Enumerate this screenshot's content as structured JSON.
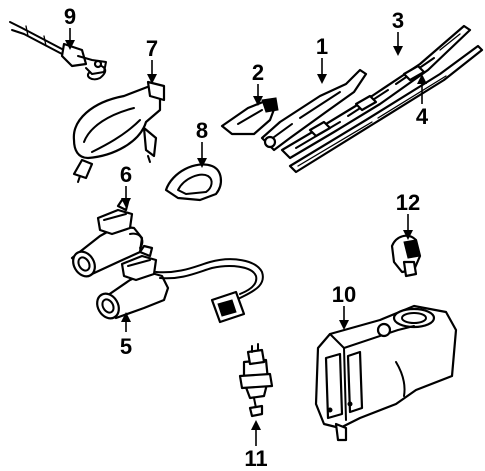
{
  "diagram": {
    "callouts": [
      {
        "id": "1",
        "label": "1"
      },
      {
        "id": "2",
        "label": "2"
      },
      {
        "id": "3",
        "label": "3"
      },
      {
        "id": "4",
        "label": "4"
      },
      {
        "id": "5",
        "label": "5"
      },
      {
        "id": "6",
        "label": "6"
      },
      {
        "id": "7",
        "label": "7"
      },
      {
        "id": "8",
        "label": "8"
      },
      {
        "id": "9",
        "label": "9"
      },
      {
        "id": "10",
        "label": "10"
      },
      {
        "id": "11",
        "label": "11"
      },
      {
        "id": "12",
        "label": "12"
      }
    ],
    "colors": {
      "ink": "#000000",
      "background": "#ffffff"
    }
  }
}
